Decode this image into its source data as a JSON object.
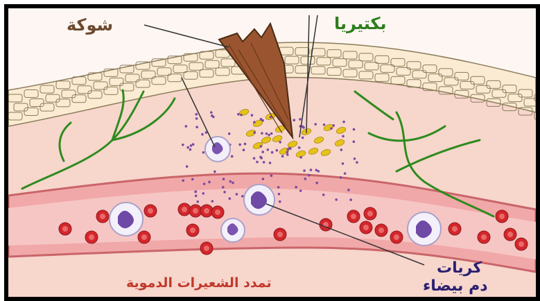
{
  "labels": {
    "thorn": "شوكة",
    "bacteria": "بكتيريا",
    "white_blood_cells_line1": "كريات",
    "white_blood_cells_line2": "دم بيضاء",
    "capillary_dilation": "تمدد الشعيرات الدموية"
  },
  "colors": {
    "thorn": "#8a4a2a",
    "bacteria": "#e6c21a",
    "red_blood_cell": "#d3262b",
    "white_blood_cell": "#8a6bb8",
    "nerve": "#2e8b1e",
    "skin": "#fbe9d0",
    "tissue": "#f6cdc2"
  }
}
